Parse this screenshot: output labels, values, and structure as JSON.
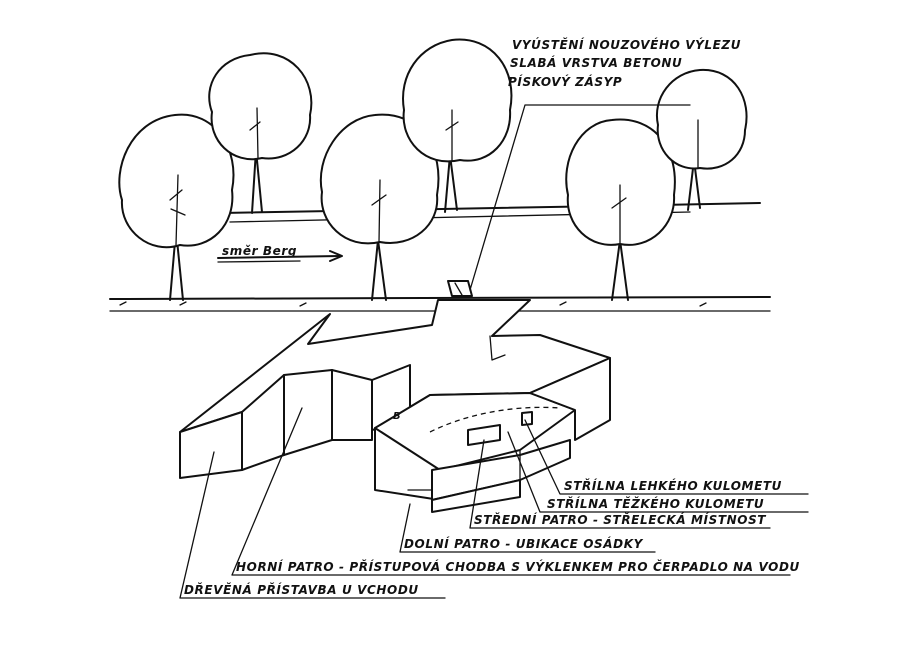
{
  "direction_label": "směr Berg",
  "callouts": {
    "top": [
      "VYÚSTĚNÍ NOUZOVÉHO VÝLEZU",
      "SLABÁ VRSTVA BETONU",
      "PÍSKOVÝ ZÁSYP"
    ],
    "right": [
      "STŘÍLNA LEHKÉHO KULOMETU",
      "STŘÍLNA TĚŽKÉHO KULOMETU",
      "STŘEDNÍ PATRO - STŘELECKÁ MÍSTNOST",
      "DOLNÍ PATRO - UBIKACE OSÁDKY",
      "HORNÍ PATRO - PŘÍSTUPOVÁ CHODBA S VÝKLENKEM PRO ČERPADLO NA VODU",
      "DŘEVĚNÁ PŘÍSTAVBA U VCHODU"
    ]
  },
  "block_mark": "B"
}
